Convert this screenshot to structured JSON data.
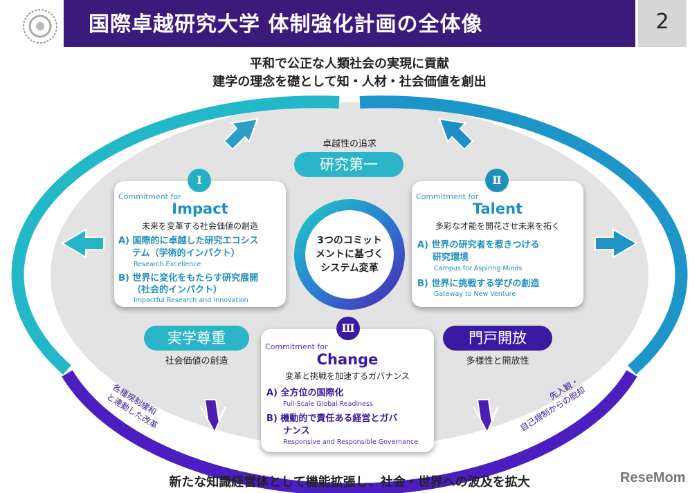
{
  "header": {
    "title": "国際卓越研究大学 体制強化計画の全体像",
    "page_number": "2"
  },
  "mission": {
    "line1": "平和で公正な人類社会の実現に貢献",
    "line2": "建学の理念を礎として知・人材・社会価値を創出"
  },
  "top_pill": {
    "caption": "卓越性の追求",
    "label": "研究第一"
  },
  "left_pill": {
    "label": "実学尊重",
    "caption": "社会価値の創造"
  },
  "right_pill": {
    "label": "門戸開放",
    "caption": "多様性と開放性"
  },
  "center": {
    "line1": "3つのコミット",
    "line2": "メントに基づく",
    "line3": "システム変革"
  },
  "commitments": [
    {
      "numeral": "Ⅰ",
      "prefix": "Commitment for",
      "name": "Impact",
      "desc": "未来を変革する社会価値の創造",
      "items": [
        {
          "title1": "A) 国際的に卓越した研究エコシス",
          "title2": "テム（学術的インパクト）",
          "sub": "Research Excellence"
        },
        {
          "title1": "B) 世界に変化をもたらす研究展開",
          "title2": "（社会的インパクト）",
          "sub": "Impactful Research and Innovation"
        }
      ]
    },
    {
      "numeral": "Ⅱ",
      "prefix": "Commitment for",
      "name": "Talent",
      "desc": "多彩な才能を開花させ未来を拓く",
      "items": [
        {
          "title1": "A) 世界の研究者を惹きつける",
          "title2": "研究環境",
          "sub": "Campus for Aspiring Minds"
        },
        {
          "title1": "B) 世界に挑戦する学びの創造",
          "title2": "",
          "sub": "Gateway to New Venture"
        }
      ]
    },
    {
      "numeral": "Ⅲ",
      "prefix": "Commitment for",
      "name": "Change",
      "desc": "変革と挑戦を加速するガバナンス",
      "items": [
        {
          "title1": "A) 全方位の国際化",
          "title2": "",
          "sub": "Full-Scale Global Readiness"
        },
        {
          "title1": "B) 機動的で責任ある経営とガバ",
          "title2": "ナンス",
          "sub": "Responsive and Responsible Governance"
        }
      ]
    }
  ],
  "side_notes": {
    "left_line1": "各種規制緩和",
    "left_line2": "と連動した改革",
    "right_line1": "先入観・",
    "right_line2": "自己規制からの脱却"
  },
  "footer": {
    "text": "新たな知識経営体として機能拡張し、社会・世界への波及を拡大"
  },
  "brand": {
    "name": "ReseMom"
  },
  "colors": {
    "purple": "#3a1a9a",
    "teal": "#1e9ec4",
    "header": "#3a1a7a",
    "ellipse_fill": "#e3e3e3"
  }
}
